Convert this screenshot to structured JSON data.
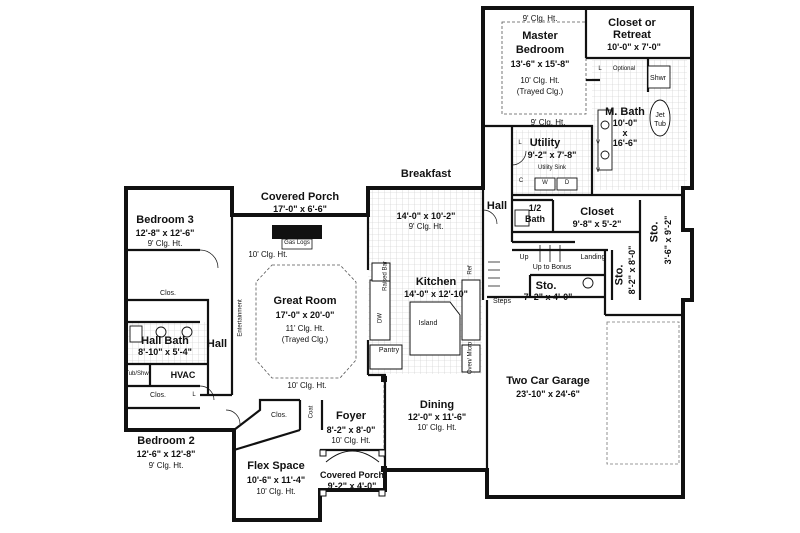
{
  "rooms": {
    "master": {
      "name1": "Master",
      "name2": "Bedroom",
      "dims": "13'-6\" x 15'-8\"",
      "clg": "10' Clg. Ht.",
      "clg2": "(Trayed Clg.)",
      "clg_top": "9' Clg. Ht.",
      "clg_bottom": "9' Clg. Ht."
    },
    "closet_retreat": {
      "name1": "Closet or",
      "name2": "Retreat",
      "dims": "10'-0\" x 7'-0\"",
      "optional": "Optional",
      "shwr": "Shwr"
    },
    "mbath": {
      "name": "M. Bath",
      "d1": "10'-0\"",
      "x": "x",
      "d2": "16'-6\"",
      "tub1": "Jet",
      "tub2": "Tub",
      "l": "L"
    },
    "utility": {
      "name": "Utility",
      "dims": "9'-2\" x 7'-8\"",
      "sink": "Utility Sink",
      "v1": "V",
      "v2": "V",
      "c": "C",
      "w": "W",
      "d": "D",
      "l": "L"
    },
    "half_bath": {
      "name1": "1/2",
      "name2": "Bath"
    },
    "closet": {
      "name": "Closet",
      "dims": "9'-8\" x 5'-2\""
    },
    "sto_right": {
      "name": "Sto.",
      "dims": "3'-6\" x 9'-2\""
    },
    "sto_mid": {
      "name": "Sto.",
      "dims": "8'-2\" x 8'-0\""
    },
    "sto_small": {
      "name": "Sto.",
      "dims": "7'-2\" x 4'-0\""
    },
    "hall_right": {
      "name": "Hall"
    },
    "hall_left": {
      "name": "Hall"
    },
    "breakfast": {
      "name": "Breakfast",
      "dims": "14'-0\" x 10'-2\"",
      "clg": "9' Clg. Ht."
    },
    "kitchen": {
      "name": "Kitchen",
      "dims": "14'-0\" x 12'-10\"",
      "island": "Island",
      "pantry": "Pantry",
      "dw": "DW",
      "ref": "Ref",
      "bar": "Raised Bar",
      "oven": "Oven/ Micro"
    },
    "covered_porch": {
      "name": "Covered Porch",
      "dims": "17'-0\" x 6'-6\"",
      "gas": "Gas Logs"
    },
    "great_room": {
      "name": "Great Room",
      "dims": "17'-0\" x 20'-0\"",
      "clg": "11' Clg. Ht.",
      "clg2": "(Trayed Clg.)",
      "clg_top": "10' Clg. Ht.",
      "clg_bottom": "10' Clg. Ht.",
      "ent": "Entertainment"
    },
    "bedroom3": {
      "name": "Bedroom 3",
      "dims": "12'-8\" x 12'-6\"",
      "clg": "9' Clg. Ht.",
      "clos": "Clos."
    },
    "hall_bath": {
      "name": "Hall Bath",
      "dims": "8'-10\" x 5'-4\"",
      "tub": "Tub/Shwr",
      "hvac": "HVAC"
    },
    "bedroom2": {
      "name": "Bedroom 2",
      "dims": "12'-6\" x 12'-8\"",
      "clg": "9' Clg. Ht.",
      "clos": "Clos.",
      "l": "L"
    },
    "flex": {
      "name": "Flex Space",
      "dims": "10'-6\" x 11'-4\"",
      "clg": "10' Clg. Ht."
    },
    "foyer": {
      "name": "Foyer",
      "dims": "8'-2\" x 8'-0\"",
      "clg": "10' Clg. Ht.",
      "clos": "Clos.",
      "coat": "Coat"
    },
    "porch_front": {
      "name": "Covered Porch",
      "dims": "9'-2\" x 4'-0\""
    },
    "dining": {
      "name": "Dining",
      "dims": "12'-0\" x 11'-6\"",
      "clg": "10' Clg. Ht."
    },
    "garage": {
      "name": "Two Car Garage",
      "dims": "23'-10\" x 24'-6\""
    },
    "misc": {
      "up": "Up",
      "up_bonus": "Up to Bonus",
      "landing": "Landing",
      "steps": "Steps"
    }
  }
}
